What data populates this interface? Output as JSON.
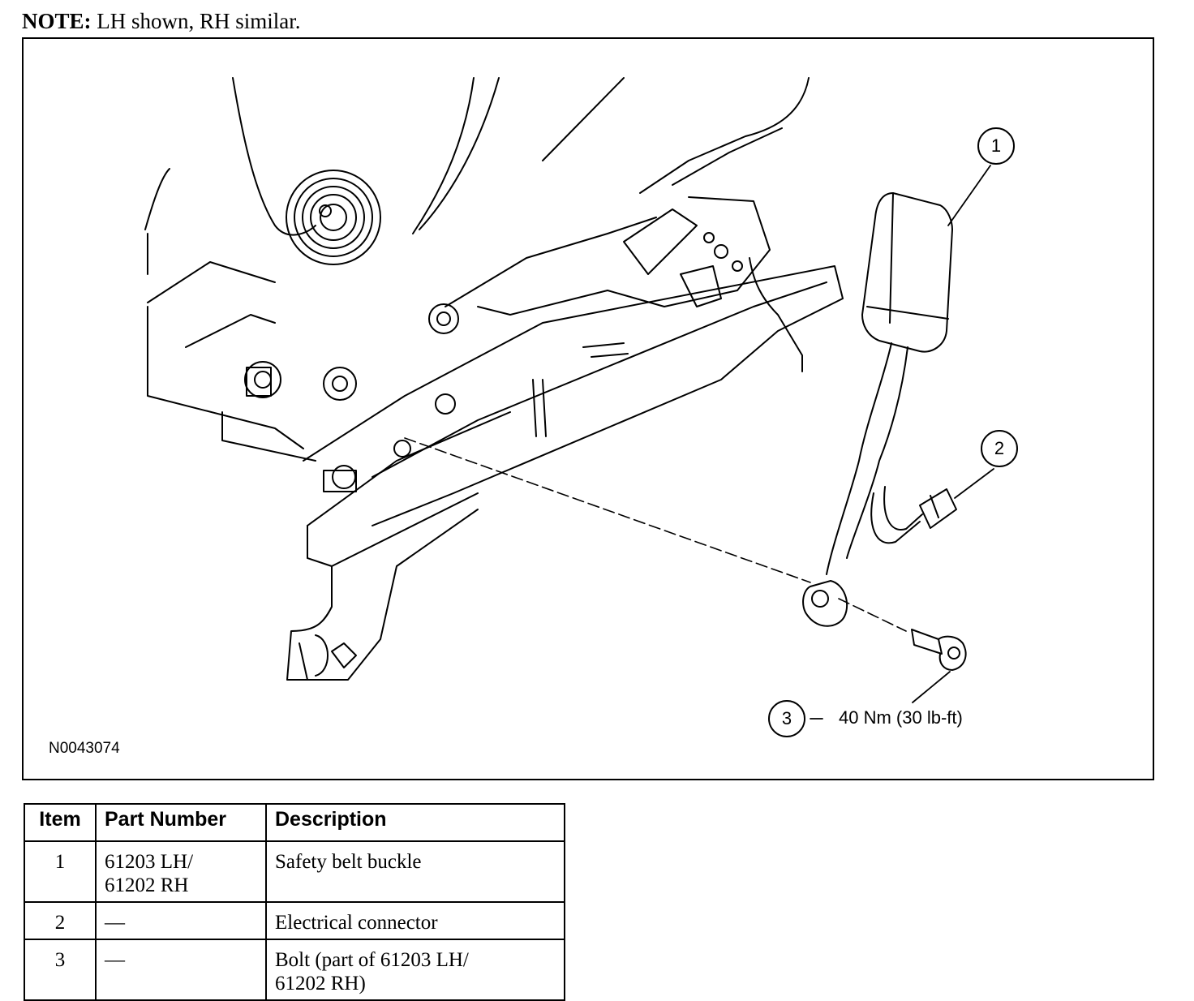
{
  "note": {
    "label": "NOTE:",
    "text": " LH shown, RH similar."
  },
  "figure": {
    "id": "N0043074",
    "callouts": [
      "1",
      "2",
      "3"
    ],
    "torque": "40 Nm (30 lb-ft)"
  },
  "table": {
    "headers": [
      "Item",
      "Part Number",
      "Description"
    ],
    "rows": [
      {
        "item": "1",
        "part_lines": [
          "61203 LH/",
          "61202 RH"
        ],
        "desc_lines": [
          "Safety belt buckle"
        ]
      },
      {
        "item": "2",
        "part_lines": [
          "—"
        ],
        "desc_lines": [
          "Electrical connector"
        ]
      },
      {
        "item": "3",
        "part_lines": [
          "—"
        ],
        "desc_lines": [
          "Bolt (part of 61203 LH/",
          "61202 RH)"
        ]
      }
    ]
  }
}
